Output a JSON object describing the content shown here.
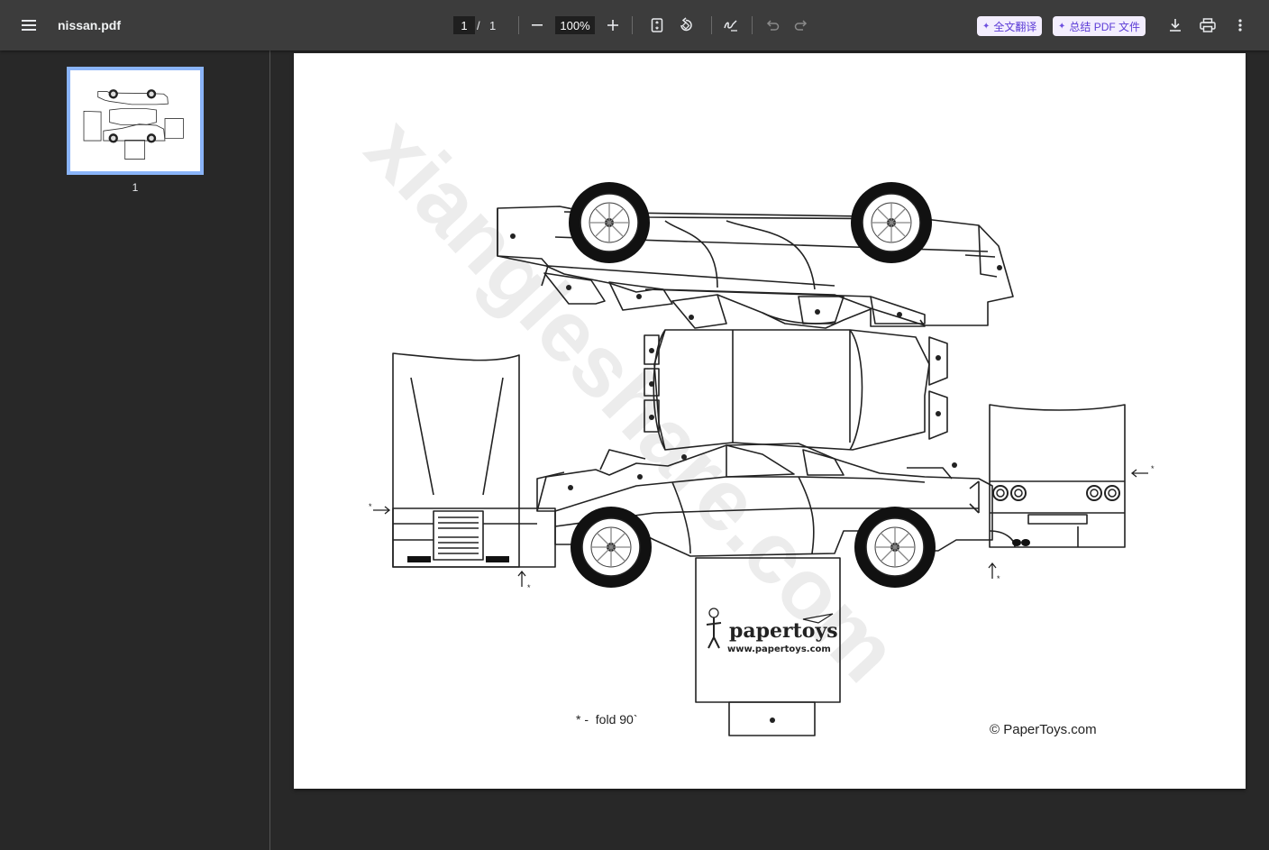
{
  "toolbar": {
    "file_name": "nissan.pdf",
    "current_page": "1",
    "page_separator": "/",
    "total_pages": "1",
    "zoom": "100%",
    "translate_label": "全文翻译",
    "summarize_label": "总结 PDF 文件"
  },
  "sidebar": {
    "thumbnails": [
      {
        "label": "1"
      }
    ]
  },
  "document": {
    "watermark": "xiangleshare.com",
    "fold_note": "* -  fold 90`",
    "brand_name": "papertoys",
    "brand_url": "www.papertoys.com",
    "copyright": "© PaperToys.com",
    "arrow_marks": [
      "*",
      "*",
      "*",
      "*"
    ]
  }
}
